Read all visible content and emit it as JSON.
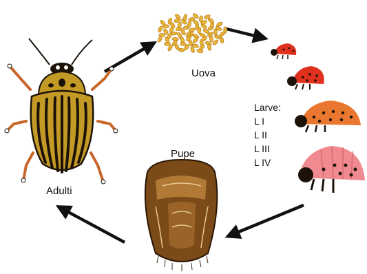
{
  "labels": {
    "eggs": "Uova",
    "larvae": "Larve:",
    "instars": [
      "L I",
      "L II",
      "L III",
      "L IV"
    ],
    "pupa": "Pupe",
    "adults": "Adulti"
  },
  "colors": {
    "arrow": "#111111",
    "egg": "#e9b43a",
    "beetle_body": "#c49a26",
    "beetle_stripe": "#1c1208",
    "beetle_legs": "#c8662a",
    "larva_1": "#e0301e",
    "larva_2": "#e0301e",
    "larva_3": "#e9772f",
    "larva_4": "#f08a90",
    "pupa": "#7a4a18"
  },
  "icons": [
    "adult-beetle-icon",
    "egg-cluster-icon",
    "larva-icon",
    "pupa-icon",
    "cycle-arrow-icon"
  ]
}
